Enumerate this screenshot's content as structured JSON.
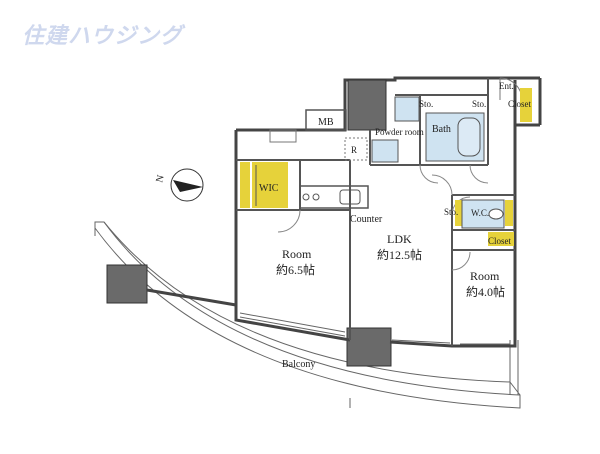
{
  "brand": {
    "logo_text": "住建ハウジング"
  },
  "labels": {
    "mb": "MB",
    "sto_top_left": "Sto.",
    "sto_top_right": "Sto.",
    "ent": "Ent.",
    "closet_top": "Closet",
    "powder_room": "Powder room",
    "bath": "Bath",
    "r_mark": "R",
    "wic": "WIC",
    "counter": "Counter",
    "sto_wc": "Sto.",
    "wc": "W.C.",
    "closet_mid": "Closet",
    "room_left_name": "Room",
    "room_left_size": "約6.5帖",
    "ldk_name": "LDK",
    "ldk_size": "約12.5帖",
    "room_right_name": "Room",
    "room_right_size": "約4.0帖",
    "balcony": "Balcony",
    "north": "N"
  },
  "colors": {
    "wall": "#555555",
    "storage_yellow": "#e6d23a",
    "bath_blue": "#cfe3f1",
    "logo": "#cfd8ee"
  }
}
